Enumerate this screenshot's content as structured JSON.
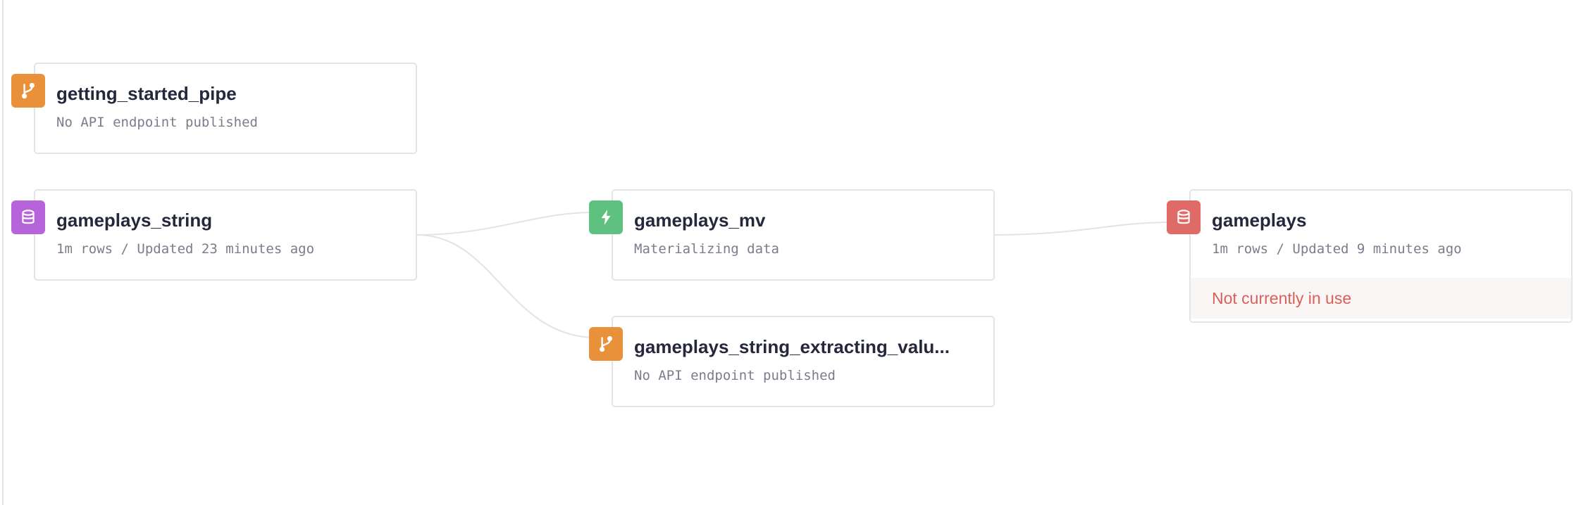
{
  "nodes": {
    "getting_started_pipe": {
      "name": "getting_started_pipe",
      "subtitle": "No API endpoint published",
      "icon": "pipe-branch-icon",
      "icon_color": "#e8913a"
    },
    "gameplays_string": {
      "name": "gameplays_string",
      "subtitle": "1m rows / Updated 23 minutes ago",
      "icon": "database-icon",
      "icon_color": "#b565d9"
    },
    "gameplays_mv": {
      "name": "gameplays_mv",
      "subtitle": "Materializing data",
      "icon": "lightning-icon",
      "icon_color": "#5ec17f"
    },
    "gameplays_string_extracting": {
      "name": "gameplays_string_extracting_valu...",
      "subtitle": "No API endpoint published",
      "icon": "pipe-branch-icon",
      "icon_color": "#e8913a"
    },
    "gameplays": {
      "name": "gameplays",
      "subtitle": "1m rows / Updated 9 minutes ago",
      "status": "Not currently in use",
      "icon": "database-icon",
      "icon_color": "#e06b66"
    }
  },
  "edges": [
    {
      "from": "gameplays_string",
      "to": "gameplays_mv"
    },
    {
      "from": "gameplays_string",
      "to": "gameplays_string_extracting"
    },
    {
      "from": "gameplays_mv",
      "to": "gameplays"
    }
  ],
  "colors": {
    "edge": "#e2e3e7",
    "node_border": "#e3e4e8",
    "warning_text": "#d8615c"
  }
}
